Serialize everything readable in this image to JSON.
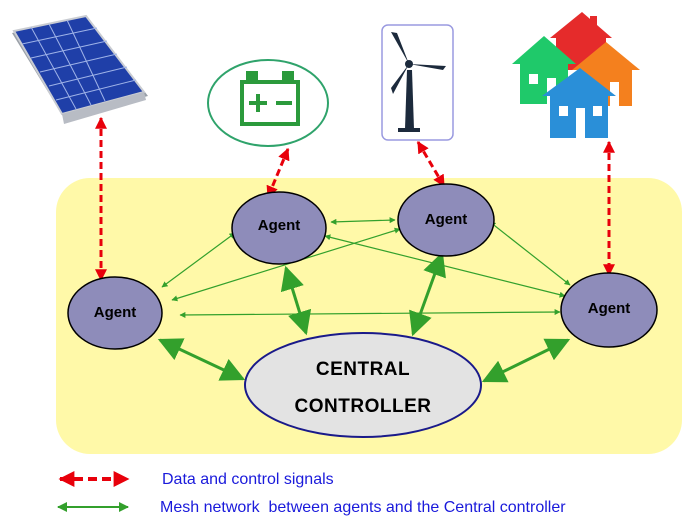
{
  "agents": {
    "solar": "Agent",
    "battery": "Agent",
    "wind": "Agent",
    "houses": "Agent"
  },
  "central": {
    "line1": "CENTRAL",
    "line2": "CONTROLLER"
  },
  "legend": {
    "data_signals": "Data and control signals",
    "mesh_network": "Mesh network  between agents and the Central controller"
  },
  "colors": {
    "zone": "#fff9a8",
    "agent_fill": "#8e8cba",
    "central_fill": "#e3e3e3",
    "central_border": "#1a1a8a",
    "data_arrow": "#e8000b",
    "mesh_arrow": "#33a02c",
    "legend_text": "#1a1adb"
  },
  "icons": [
    "solar-panel-icon",
    "battery-icon",
    "wind-turbine-icon",
    "houses-icon"
  ]
}
